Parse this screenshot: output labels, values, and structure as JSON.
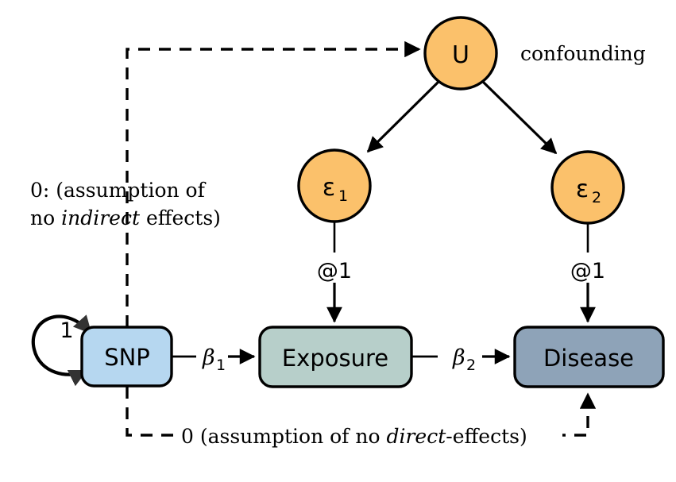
{
  "diagram": {
    "title": "Mendelian randomization path diagram",
    "background": "#ffffff",
    "nodes": {
      "snp": {
        "label": "SNP",
        "fill": "#b6d7f0",
        "stroke": "#000000",
        "shape": "rounded-rect"
      },
      "exposure": {
        "label": "Exposure",
        "fill": "#b7cfca",
        "stroke": "#000000",
        "shape": "rounded-rect"
      },
      "disease": {
        "label": "Disease",
        "fill": "#8ea3b8",
        "stroke": "#000000",
        "shape": "rounded-rect"
      },
      "u": {
        "label": "U",
        "fill": "#fbc16b",
        "stroke": "#000000",
        "shape": "circle"
      },
      "eps1": {
        "label": "ε",
        "subscript": "1",
        "fill": "#fbc16b",
        "stroke": "#000000",
        "shape": "circle"
      },
      "eps2": {
        "label": "ε",
        "subscript": "2",
        "fill": "#fbc16b",
        "stroke": "#000000",
        "shape": "circle"
      }
    },
    "edge_labels": {
      "snp_selfloop": "1",
      "snp_to_exposure": "β",
      "snp_to_exposure_sub": "1",
      "exposure_to_disease": "β",
      "exposure_to_disease_sub": "2",
      "eps1_variance": "@1",
      "eps2_variance": "@1"
    },
    "annotations": {
      "confounding": "confounding",
      "indirect_line1": "0: (assumption of",
      "indirect_line2_pre": "no ",
      "indirect_line2_ital": "indirect",
      "indirect_line2_post": " effects)",
      "direct_pre": "0 (assumption of no ",
      "direct_ital": "direct",
      "direct_post": "-effects)"
    }
  }
}
